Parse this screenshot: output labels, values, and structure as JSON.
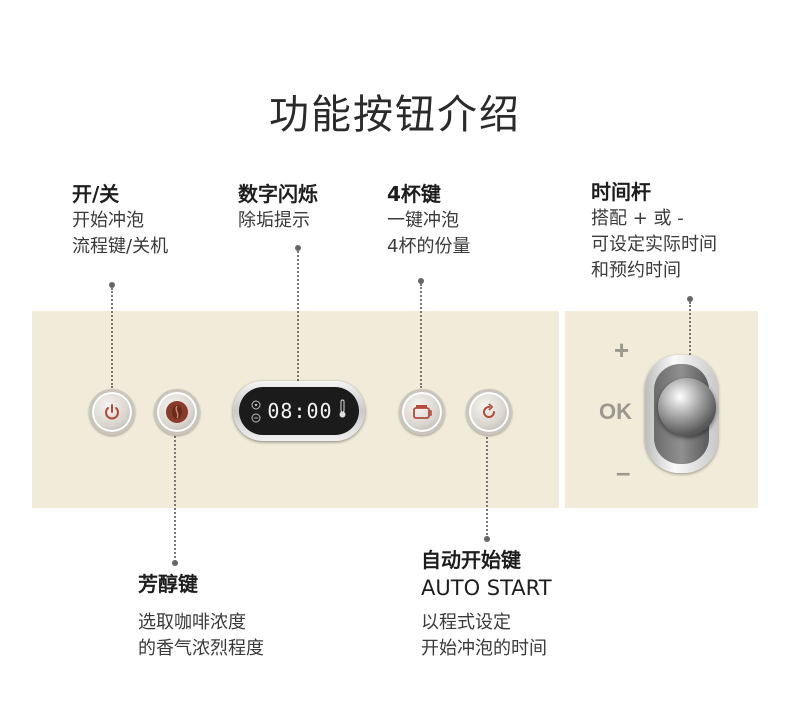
{
  "title": "功能按钮介绍",
  "callouts": {
    "power": {
      "heading": "开/关",
      "desc": [
        "开始冲泡",
        "流程键/关机"
      ]
    },
    "display": {
      "heading": "数字闪烁",
      "desc": [
        "除垢提示"
      ]
    },
    "cup4": {
      "heading": "4杯键",
      "desc": [
        "一键冲泡",
        "4杯的份量"
      ]
    },
    "timer_lever": {
      "heading": "时间杆",
      "desc": [
        "搭配 + 或 -",
        "可设定实际时间",
        "和预约时间"
      ]
    },
    "aroma": {
      "heading": "芳醇键",
      "desc": [
        "选取咖啡浓度",
        "的香气浓烈程度"
      ]
    },
    "auto_start": {
      "heading": [
        "自动开始键",
        "AUTO START"
      ],
      "desc": [
        "以程式设定",
        "开始冲泡的时间"
      ]
    }
  },
  "display": {
    "time": "08:00"
  },
  "lever": {
    "plus": "+",
    "ok": "OK",
    "minus": "–"
  },
  "colors": {
    "panel": "#f1ecd9",
    "dotted": "#777777",
    "icon_red": "#b34a3a"
  },
  "icons": [
    "power-icon",
    "coffee-bean-icon",
    "pot-icon",
    "clock-icon",
    "thermometer-icon",
    "descale-icon"
  ]
}
